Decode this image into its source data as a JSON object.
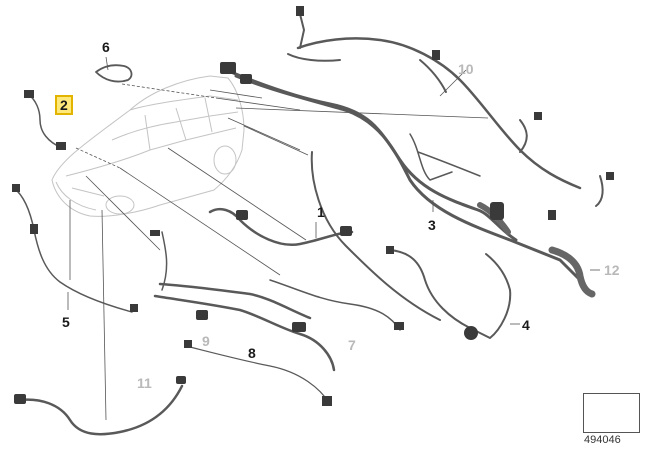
{
  "diagram": {
    "labels": {
      "l1": "1",
      "l2": "2",
      "l3": "3",
      "l4": "4",
      "l5": "5",
      "l6": "6",
      "l7": "7",
      "l8": "8",
      "l9": "9",
      "l10": "10",
      "l11": "11",
      "l12": "12"
    },
    "highlighted_part": "2",
    "catalog_number": "494046"
  },
  "colors": {
    "cable": "#555555",
    "cable_light": "#8a8a8a",
    "car_outline": "#bdbdbd",
    "label_text": "#1a1a1a",
    "label_grey": "#b9b9b9",
    "highlight_fill": "#ffe97a",
    "highlight_border": "#e2b400"
  }
}
